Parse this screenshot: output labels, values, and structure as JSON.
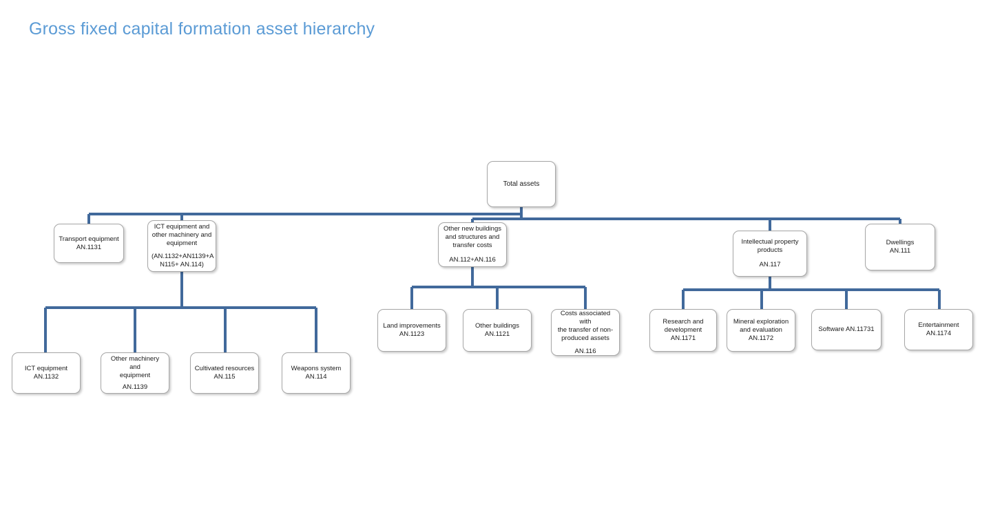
{
  "title": "Gross fixed capital formation asset hierarchy",
  "theme": {
    "title_color": "#5b9bd5",
    "connector_color": "#41699b",
    "node_border": "#a6a6a6",
    "node_fill": "#ffffff",
    "text_color": "#1a1a1a"
  },
  "chart_data": {
    "type": "diagram",
    "subtype": "org-chart-hierarchy",
    "title": "Gross fixed capital formation asset hierarchy",
    "orientation": "top-down",
    "nodes": [
      {
        "id": "total",
        "label": "Total assets",
        "code": "",
        "level": 0,
        "parent": null
      },
      {
        "id": "transport",
        "label": "Transport equipment",
        "code": "AN.1131",
        "level": 1,
        "parent": "total"
      },
      {
        "id": "ict_other",
        "label": "ICT  equipment and other machinery and equipment",
        "code": "(AN.1132+AN1139+AN115+ AN.114)",
        "level": 1,
        "parent": "total"
      },
      {
        "id": "other_build",
        "label": "Other new buildings and structures and transfer costs",
        "code": "AN.112+AN.116",
        "level": 1,
        "parent": "total"
      },
      {
        "id": "ipp",
        "label": "Intellectual property products",
        "code": "AN.117",
        "level": 1,
        "parent": "total"
      },
      {
        "id": "dwellings",
        "label": "Dwellings",
        "code": "AN.111",
        "level": 1,
        "parent": "total"
      },
      {
        "id": "ict_eq",
        "label": "ICT equipment",
        "code": "AN.1132",
        "level": 2,
        "parent": "ict_other"
      },
      {
        "id": "other_mach",
        "label": "Other machinery and equipment",
        "code": "AN.1139",
        "level": 2,
        "parent": "ict_other"
      },
      {
        "id": "cultivated",
        "label": "Cultivated resources",
        "code": "AN.115",
        "level": 2,
        "parent": "ict_other"
      },
      {
        "id": "weapons",
        "label": "Weapons system",
        "code": "AN.114",
        "level": 2,
        "parent": "ict_other"
      },
      {
        "id": "land_improve",
        "label": "Land improvements",
        "code": "AN.1123",
        "level": 2,
        "parent": "other_build"
      },
      {
        "id": "other_bldgs",
        "label": "Other buildings",
        "code": "AN.1121",
        "level": 2,
        "parent": "other_build"
      },
      {
        "id": "transfer",
        "label": "Costs associated with the transfer of non-produced assets",
        "code": "AN.116",
        "level": 2,
        "parent": "other_build"
      },
      {
        "id": "rnd",
        "label": "Research and development",
        "code": "AN.1171",
        "level": 2,
        "parent": "ipp"
      },
      {
        "id": "mineral",
        "label": "Mineral exploration and evaluation",
        "code": "AN.1172",
        "level": 2,
        "parent": "ipp"
      },
      {
        "id": "software",
        "label": "Software AN.11731",
        "code": "",
        "level": 2,
        "parent": "ipp"
      },
      {
        "id": "entertain",
        "label": "Entertainment",
        "code": "AN.1174",
        "level": 2,
        "parent": "ipp"
      }
    ],
    "edges": [
      {
        "from": "total",
        "to": "transport"
      },
      {
        "from": "total",
        "to": "ict_other"
      },
      {
        "from": "total",
        "to": "other_build"
      },
      {
        "from": "total",
        "to": "ipp"
      },
      {
        "from": "total",
        "to": "dwellings"
      },
      {
        "from": "ict_other",
        "to": "ict_eq"
      },
      {
        "from": "ict_other",
        "to": "other_mach"
      },
      {
        "from": "ict_other",
        "to": "cultivated"
      },
      {
        "from": "ict_other",
        "to": "weapons"
      },
      {
        "from": "other_build",
        "to": "land_improve"
      },
      {
        "from": "other_build",
        "to": "other_bldgs"
      },
      {
        "from": "other_build",
        "to": "transfer"
      },
      {
        "from": "ipp",
        "to": "rnd"
      },
      {
        "from": "ipp",
        "to": "mineral"
      },
      {
        "from": "ipp",
        "to": "software"
      },
      {
        "from": "ipp",
        "to": "entertain"
      }
    ]
  },
  "nodes": {
    "total": {
      "l1": "Total assets"
    },
    "transport": {
      "l1": "Transport equipment",
      "code": "AN.1131"
    },
    "ict_other": {
      "l1": "ICT  equipment and",
      "l2": "other machinery and",
      "l3": "equipment",
      "code": "(AN.1132+AN1139+A",
      "code2": "N115+ AN.114)"
    },
    "other_build": {
      "l1": "Other new buildings",
      "l2": "and structures and",
      "l3": "transfer costs",
      "code": "AN.112+AN.116"
    },
    "ipp": {
      "l1": "Intellectual property",
      "l2": "products",
      "code": "AN.117"
    },
    "dwellings": {
      "l1": "Dwellings",
      "code": "AN.111"
    },
    "ict_eq": {
      "l1": "ICT equipment",
      "code": "AN.1132"
    },
    "other_mach": {
      "l1": "Other machinery and",
      "l2": "equipment",
      "code": "AN.1139"
    },
    "cultivated": {
      "l1": "Cultivated resources",
      "code": "AN.115"
    },
    "weapons": {
      "l1": "Weapons system",
      "code": "AN.114"
    },
    "land_improve": {
      "l1": "Land improvements",
      "code": "AN.1123"
    },
    "other_bldgs": {
      "l1": "Other buildings",
      "code": "AN.1121"
    },
    "transfer": {
      "l1": "Costs associated with",
      "l2": "the transfer of non-",
      "l3": "produced assets",
      "code": "AN.116"
    },
    "rnd": {
      "l1": "Research and",
      "l2": "development",
      "code": "AN.1171"
    },
    "mineral": {
      "l1": "Mineral exploration",
      "l2": "and evaluation",
      "code": "AN.1172"
    },
    "software": {
      "l1": "Software AN.11731"
    },
    "entertain": {
      "l1": "Entertainment",
      "code": "AN.1174"
    }
  }
}
